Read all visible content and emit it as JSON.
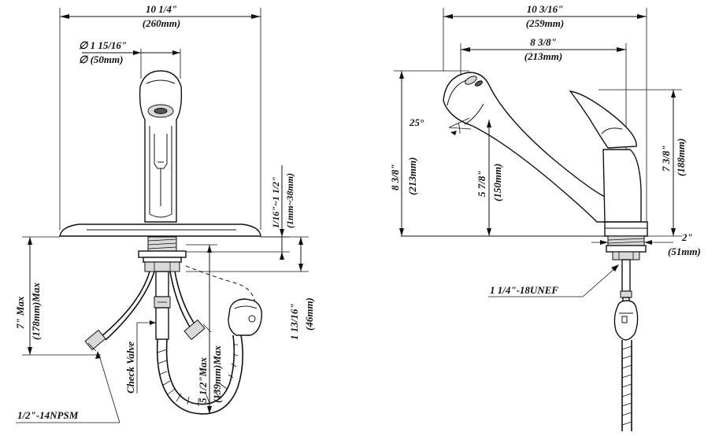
{
  "front_view": {
    "overall_width": "10 1/4\"",
    "overall_width_mm": "(260mm)",
    "spout_diameter": "∅ 1 15/16\"",
    "spout_diameter_mm": "∅ (50mm)",
    "deck_thickness": "1/16\"~1 1/2\"",
    "deck_thickness_mm": "(1mm~38mm)",
    "shank_length": "1 13/16\"",
    "shank_length_mm": "(46mm)",
    "supply_max": "7\" Max",
    "supply_max_mm": "(178mm)Max",
    "hose_max": "5 1/2\"Max",
    "hose_max_mm": "(139mm)Max",
    "check_valve": "Check Valve",
    "inlet_thread": "1/2\"-14NPSM"
  },
  "side_view": {
    "overall_width": "10 3/16\"",
    "overall_width_mm": "(259mm)",
    "reach": "8 3/8\"",
    "reach_mm": "(213mm)",
    "height": "8 3/8\"",
    "height_mm": "(213mm)",
    "spout_height": "5 7/8\"",
    "spout_height_mm": "(150mm)",
    "handle_height": "7 3/8\"",
    "handle_height_mm": "(188mm)",
    "angle": "25°",
    "base_depth": "2\"",
    "base_depth_mm": "(51mm)",
    "mount_thread": "1 1/4\"-18UNEF"
  }
}
